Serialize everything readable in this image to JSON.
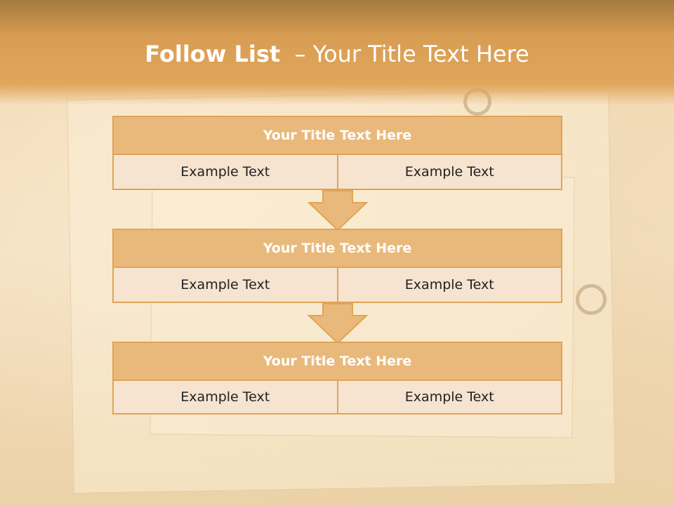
{
  "slide": {
    "title_bold": "Follow List",
    "title_rest": "– Your Title Text Here"
  },
  "blocks": [
    {
      "title": "Your Title Text Here",
      "left": "Example Text",
      "right": "Example Text"
    },
    {
      "title": "Your Title Text Here",
      "left": "Example Text",
      "right": "Example Text"
    },
    {
      "title": "Your Title Text Here",
      "left": "Example Text",
      "right": "Example Text"
    }
  ],
  "colors": {
    "header": "#d89d52",
    "block_title": "#e9b97c",
    "cell": "#f6e3d0",
    "border": "#e0a455",
    "arrow": "#e9b97c"
  }
}
